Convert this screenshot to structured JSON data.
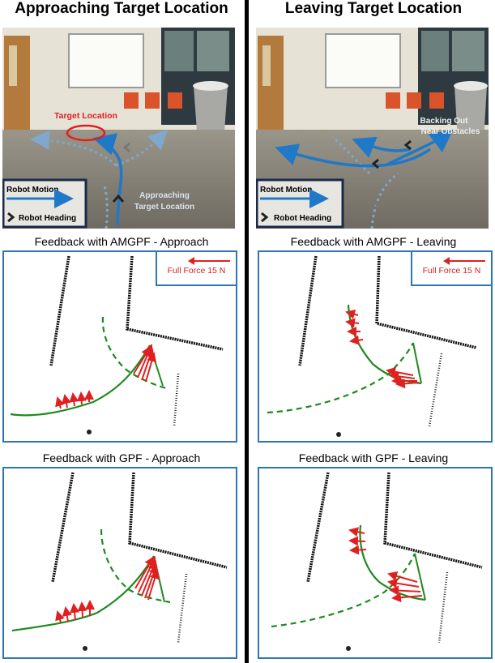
{
  "panels": [
    {
      "title": "Approaching Target Location",
      "photo": {
        "target_label": "Target Location",
        "annotation": [
          "Approaching",
          "Target Location"
        ],
        "legend": {
          "motion": "Robot Motion",
          "heading": "Robot Heading"
        }
      },
      "map_amgpf": {
        "caption": "Feedback with AMGPF - Approach",
        "force_label": "Full Force 15 N"
      },
      "map_gpf": {
        "caption": "Feedback with GPF - Approach"
      }
    },
    {
      "title": "Leaving Target Location",
      "photo": {
        "annotation": [
          "Backing Out",
          "Near Obstacles"
        ],
        "legend": {
          "motion": "Robot Motion",
          "heading": "Robot Heading"
        }
      },
      "map_amgpf": {
        "caption": "Feedback with AMGPF - Leaving",
        "force_label": "Full Force 15 N"
      },
      "map_gpf": {
        "caption": "Feedback with GPF - Leaving"
      }
    }
  ],
  "colors": {
    "panel_border": "#2e75b6",
    "robot_motion": "#1f78c8",
    "force_arrow": "#e02020",
    "path_green": "#1e8a1e",
    "legend_box": "#1b2a4a"
  }
}
